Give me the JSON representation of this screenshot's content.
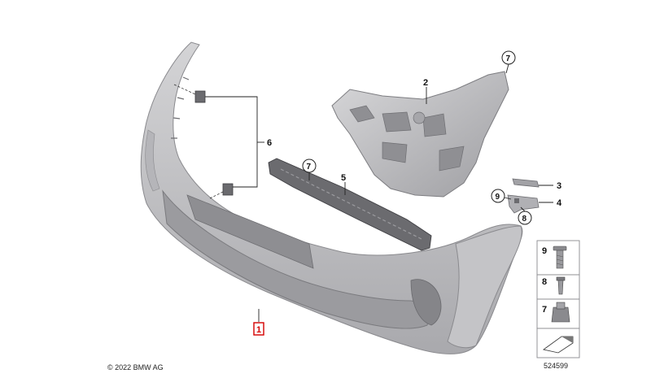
{
  "labels": {
    "part1": "1",
    "part2": "2",
    "part3": "3",
    "part4": "4",
    "part5": "5",
    "part6": "6",
    "callout7_top": "7",
    "callout7_left": "7",
    "callout8": "8",
    "callout9": "9"
  },
  "legend": {
    "row9": "9",
    "row8": "8",
    "row7": "7",
    "diagram_number": "524599"
  },
  "copyright": "© 2022 BMW AG",
  "colors": {
    "part_fill": "#c9c9cb",
    "part_shadow": "#9c9ca0",
    "highlight": "#d40000",
    "dark_part": "#6b6b6f"
  }
}
